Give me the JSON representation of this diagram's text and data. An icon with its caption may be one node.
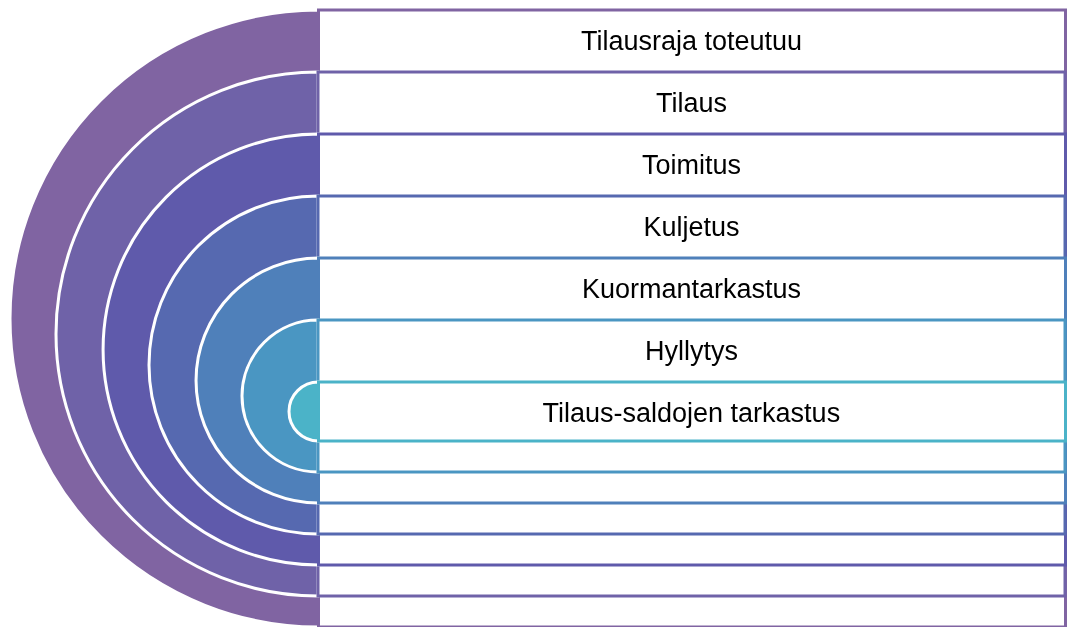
{
  "diagram": {
    "nodes": [
      {
        "text": [
          "Tilausraja toteutuu"
        ]
      },
      {
        "text": [
          "Tilaus"
        ],
        "in": 0
      },
      {
        "text": [
          "Toimitus"
        ],
        "in": 1
      },
      {
        "text": [
          "Kuljetus"
        ],
        "in": 2
      },
      {
        "text": [
          "Kuormantarkastus"
        ],
        "in": 3
      },
      {
        "text": [
          "Hyllytys"
        ],
        "in": 4
      },
      {
        "text": [
          "Tilaus-saldojen tarkastus"
        ],
        "in": 5
      }
    ]
  }
}
